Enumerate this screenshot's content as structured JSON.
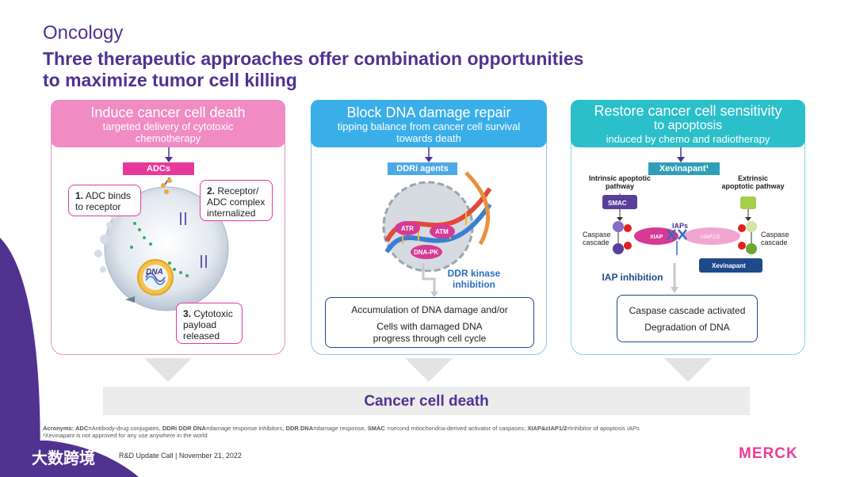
{
  "header": {
    "section": "Oncology",
    "headline_line1": "Three therapeutic approaches offer combination opportunities",
    "headline_line2": "to maximize tumor cell killing"
  },
  "colors": {
    "purple": "#503291",
    "pink": "#eb3c96",
    "blue": "#2aa8e0",
    "teal": "#2bbfc9",
    "navy": "#1e4a8a"
  },
  "panel1": {
    "title": "Induce cancer cell death",
    "subtitle_line1": "targeted  delivery of cytotoxic",
    "subtitle_line2": "chemotherapy",
    "tag": "ADCs",
    "callout1_num": "1.",
    "callout1_l1": " ADC binds",
    "callout1_l2": "to receptor",
    "callout2_num": "2.",
    "callout2_l1": " Receptor/",
    "callout2_l2": "ADC complex",
    "callout2_l3": "internalized",
    "callout3_num": "3.",
    "callout3_l1": " Cytotoxic",
    "callout3_l2": "payload",
    "callout3_l3": "released",
    "dna_label": "DNA"
  },
  "panel2": {
    "title": "Block DNA damage repair",
    "subtitle_line1": "tipping balance from cancer cell survival",
    "subtitle_line2": "towards death",
    "tag": "DDRi agents",
    "atr1": "ATR",
    "atm": "ATM",
    "dnapk": "DNA-PK",
    "kinase_l1": "DDR kinase",
    "kinase_l2": "inhibition",
    "result_l1": "Accumulation of DNA damage and/or",
    "result_l2": "Cells with damaged DNA",
    "result_l3": "progress through cell cycle"
  },
  "panel3": {
    "title_line1": "Restore cancer cell sensitivity",
    "title_line2": "to apoptosis",
    "subtitle": "induced by chemo and radiotherapy",
    "tag": "Xevinapant¹",
    "intrinsic_l1": "Intrinsic apoptotic",
    "intrinsic_l2": "pathway",
    "extrinsic_l1": "Extrinsic",
    "extrinsic_l2": "apoptotic pathway",
    "smac": "SMAC",
    "iaps": "IAPs",
    "caspase_left_l1": "Caspase",
    "caspase_left_l2": "cascade",
    "caspase_right_l1": "Caspase",
    "caspase_right_l2": "cascade",
    "xiap": "XIAP",
    "ciap": "cIAP1/2",
    "xevinapant": "Xevinapant",
    "iap_inhibition": "IAP inhibition",
    "result_l1": "Caspase cascade activated",
    "result_l2": "Degradation of DNA"
  },
  "bottom": {
    "result": "Cancer cell death"
  },
  "footnote": {
    "line1_parts": [
      {
        "t": "Acronyms: ADC=",
        "b": true
      },
      {
        "t": "Antibody-drug conjugates, ",
        "b": false
      },
      {
        "t": "DDRi DDR DNA=",
        "b": true
      },
      {
        "t": "damage response inhibitors, ",
        "b": false
      },
      {
        "t": "DDR DNA=",
        "b": true
      },
      {
        "t": "damage response, ",
        "b": false
      },
      {
        "t": "SMAC",
        "b": true
      },
      {
        "t": " =second mitochondria-derived activator of caspases; ",
        "b": false
      },
      {
        "t": "XIAP&cIAP1/2=",
        "b": true
      },
      {
        "t": "Inhibitor of apoptosis IAPs",
        "b": false
      }
    ],
    "line2": "¹Xevinapant is not approved for any use anywhere in the world"
  },
  "footer": {
    "text": "R&D Update Call | November 21, 2022",
    "logo": "MERCK",
    "watermark": "大数跨境"
  }
}
